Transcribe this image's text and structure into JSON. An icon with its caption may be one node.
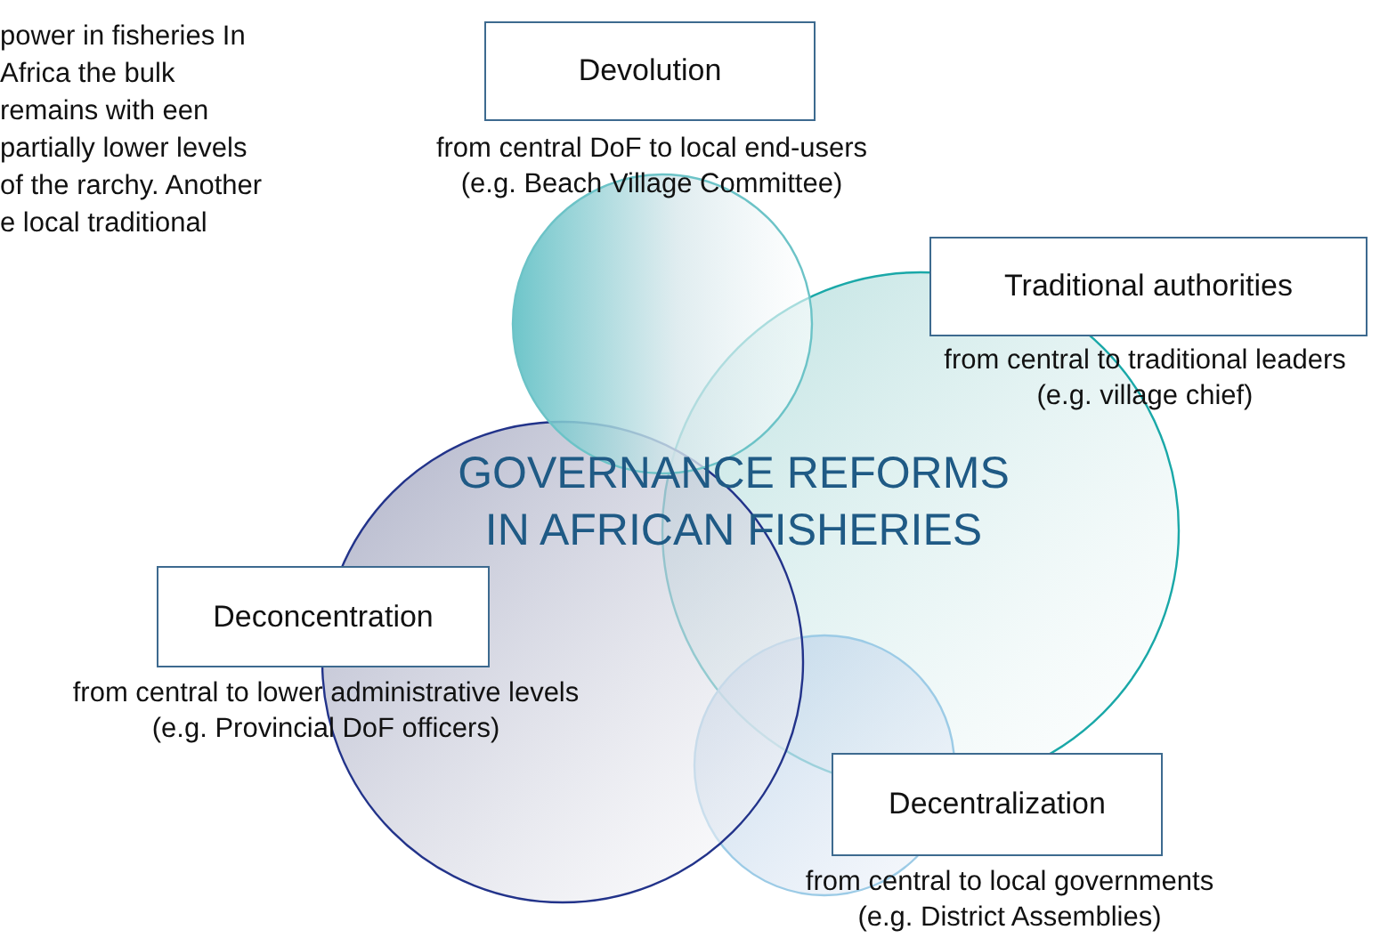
{
  "diagram": {
    "title": "GOVERNANCE REFORMS IN AFRICAN FISHERIES",
    "nodes": [
      {
        "text": [
          "Devolution"
        ],
        "beside": [
          "from central DoF to local end-users (e.g. Beach Village Committee)"
        ]
      },
      {
        "text": [
          "Traditional authorities"
        ],
        "beside": [
          "from central to traditional leaders (e.g. village chief)"
        ]
      },
      {
        "text": [
          "Deconcentration"
        ],
        "beside": [
          "from central to lower administrative levels (e.g. Provincial DoF officers)"
        ]
      },
      {
        "text": [
          "Decentralization"
        ],
        "beside": [
          "from central to local governments (e.g. District Assemblies)"
        ]
      }
    ],
    "labels": [
      "power in fisheries In Africa the bulk remains with een partially lower levels of the rarchy. Another e local traditional"
    ]
  }
}
